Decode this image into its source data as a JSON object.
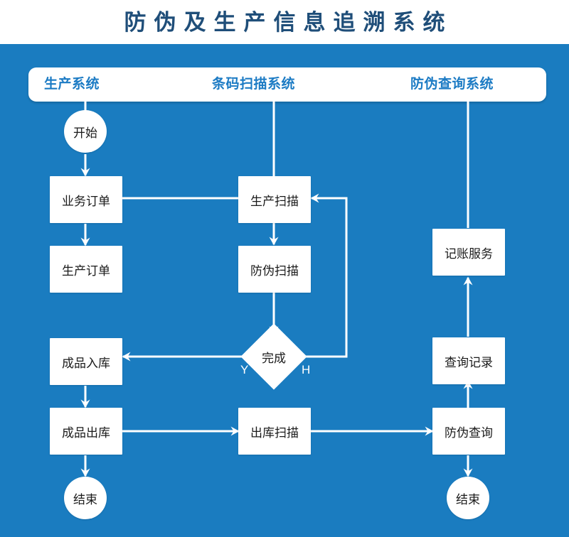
{
  "page": {
    "title": "防伪及生产信息追溯系统",
    "background_color": "#ffffff",
    "panel_color": "#1a7cc0",
    "title_color": "#1f4e79",
    "header_label_color": "#1c7bc4",
    "node_fill": "#ffffff",
    "node_text_color": "#1a1a1a",
    "connector_color": "#ffffff"
  },
  "header": {
    "sections": [
      {
        "id": "production-system",
        "label": "生产系统"
      },
      {
        "id": "barcode-scan-system",
        "label": "条码扫描系统"
      },
      {
        "id": "anti-counterfeit-query-system",
        "label": "防伪查询系统"
      }
    ]
  },
  "chart_data": {
    "type": "diagram",
    "title": "防伪及生产信息追溯系统",
    "diagram_kind": "flowchart",
    "lanes": [
      "生产系统",
      "条码扫描系统",
      "防伪查询系统"
    ],
    "nodes": [
      {
        "id": "start-left",
        "label": "开始",
        "shape": "circle",
        "lane": "生产系统"
      },
      {
        "id": "business-order",
        "label": "业务订单",
        "shape": "rect",
        "lane": "生产系统"
      },
      {
        "id": "production-order",
        "label": "生产订单",
        "shape": "rect",
        "lane": "生产系统"
      },
      {
        "id": "finished-in",
        "label": "成品入库",
        "shape": "rect",
        "lane": "生产系统"
      },
      {
        "id": "finished-out",
        "label": "成品出库",
        "shape": "rect",
        "lane": "生产系统"
      },
      {
        "id": "end-left",
        "label": "结束",
        "shape": "circle",
        "lane": "生产系统"
      },
      {
        "id": "production-scan",
        "label": "生产扫描",
        "shape": "rect",
        "lane": "条码扫描系统"
      },
      {
        "id": "anticounterfeit-scan",
        "label": "防伪扫描",
        "shape": "rect",
        "lane": "条码扫描系统"
      },
      {
        "id": "complete",
        "label": "完成",
        "shape": "diamond",
        "lane": "条码扫描系统"
      },
      {
        "id": "outbound-scan",
        "label": "出库扫描",
        "shape": "rect",
        "lane": "条码扫描系统"
      },
      {
        "id": "ledger-service",
        "label": "记账服务",
        "shape": "rect",
        "lane": "防伪查询系统"
      },
      {
        "id": "query-record",
        "label": "查询记录",
        "shape": "rect",
        "lane": "防伪查询系统"
      },
      {
        "id": "anticounterfeit-query",
        "label": "防伪查询",
        "shape": "rect",
        "lane": "防伪查询系统"
      },
      {
        "id": "end-right",
        "label": "结束",
        "shape": "circle",
        "lane": "防伪查询系统"
      }
    ],
    "edges": [
      {
        "from": "production-system-lane",
        "to": "start-left",
        "label": "",
        "arrow": false
      },
      {
        "from": "start-left",
        "to": "business-order",
        "label": "",
        "arrow": true
      },
      {
        "from": "business-order",
        "to": "production-order",
        "label": "",
        "arrow": true
      },
      {
        "from": "business-order",
        "to": "production-scan",
        "label": "",
        "arrow": false
      },
      {
        "from": "barcode-scan-lane",
        "to": "production-scan",
        "label": "",
        "arrow": false
      },
      {
        "from": "production-scan",
        "to": "anticounterfeit-scan",
        "label": "",
        "arrow": true
      },
      {
        "from": "anticounterfeit-scan",
        "to": "complete",
        "label": "",
        "arrow": true
      },
      {
        "from": "complete",
        "to": "finished-in",
        "label": "Y",
        "arrow": true
      },
      {
        "from": "complete",
        "to": "production-scan",
        "label": "H",
        "arrow": true
      },
      {
        "from": "finished-in",
        "to": "finished-out",
        "label": "",
        "arrow": true
      },
      {
        "from": "finished-out",
        "to": "end-left",
        "label": "",
        "arrow": true
      },
      {
        "from": "finished-out",
        "to": "outbound-scan",
        "label": "",
        "arrow": true
      },
      {
        "from": "outbound-scan",
        "to": "anticounterfeit-query",
        "label": "",
        "arrow": true
      },
      {
        "from": "anticounterfeit-query",
        "to": "end-right",
        "label": "",
        "arrow": true
      },
      {
        "from": "anticounterfeit-query",
        "to": "query-record",
        "label": "",
        "arrow": true
      },
      {
        "from": "query-record",
        "to": "ledger-service",
        "label": "",
        "arrow": true
      },
      {
        "from": "anticounterfeit-query-lane",
        "to": "ledger-service",
        "label": "",
        "arrow": false
      }
    ],
    "branch_labels": [
      {
        "id": "branch-yes",
        "label": "Y"
      },
      {
        "id": "branch-no",
        "label": "H"
      }
    ]
  }
}
